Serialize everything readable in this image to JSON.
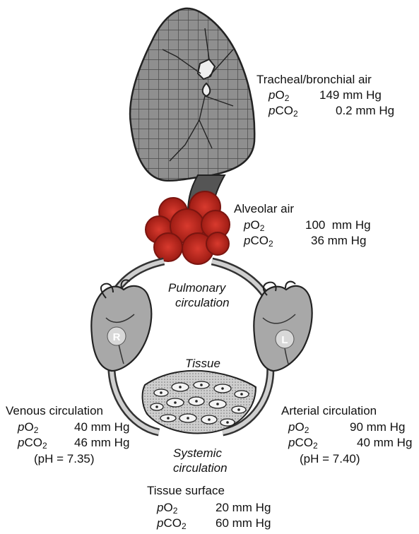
{
  "tracheal": {
    "title": "Tracheal/bronchial air",
    "po2": "149 mm Hg",
    "pco2": "0.2 mm Hg"
  },
  "alveolar": {
    "title": "Alveolar air",
    "po2": "100  mm Hg",
    "pco2": "36 mm Hg"
  },
  "pulmonary": {
    "line1": "Pulmonary",
    "line2": "circulation"
  },
  "heart_right_letter": "R",
  "heart_left_letter": "L",
  "tissue_label": "Tissue",
  "venous": {
    "title": "Venous circulation",
    "po2": "40 mm Hg",
    "pco2": "46 mm Hg",
    "ph": "(pH = 7.35)"
  },
  "arterial": {
    "title": "Arterial circulation",
    "po2": "90 mm Hg",
    "pco2": "40 mm Hg",
    "ph": "(pH = 7.40)"
  },
  "systemic": {
    "line1": "Systemic",
    "line2": "circulation"
  },
  "surface": {
    "title": "Tissue surface",
    "po2": "20 mm Hg",
    "pco2": "60 mm Hg"
  },
  "gas_labels": {
    "p": "p",
    "o": "O",
    "co": "CO",
    "sub": "2"
  },
  "colors": {
    "alveoli": "#c8281e",
    "lung_fill": "#8a8a8a",
    "line": "#222222",
    "tissue_fill": "#bdbdbd"
  }
}
